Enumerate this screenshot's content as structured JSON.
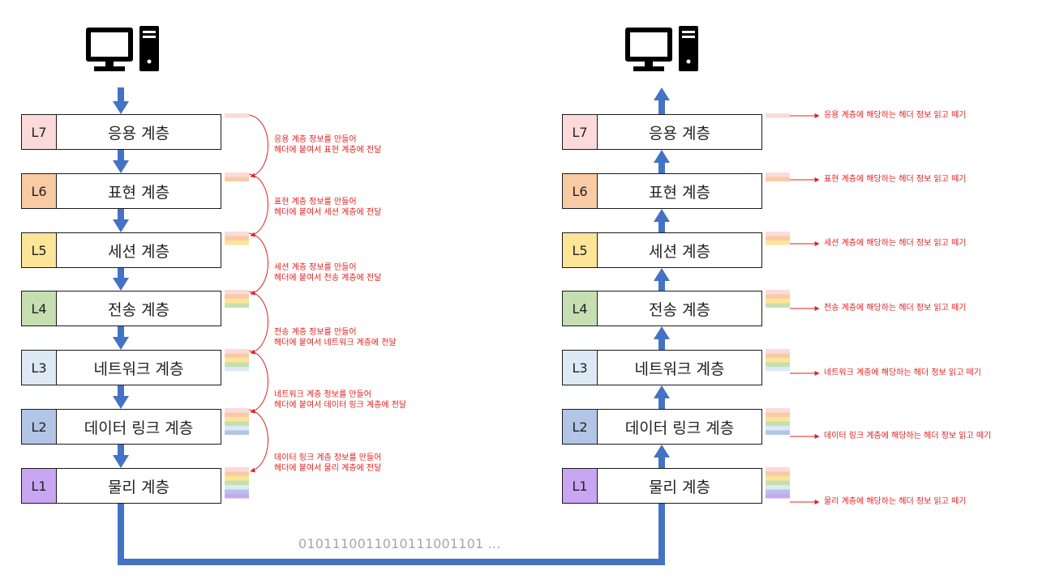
{
  "layers": [
    {
      "id": "L7",
      "name": "응용 계층",
      "color": "#fddada"
    },
    {
      "id": "L6",
      "name": "표현 계층",
      "color": "#f8cba5"
    },
    {
      "id": "L5",
      "name": "세션 계층",
      "color": "#fde598"
    },
    {
      "id": "L4",
      "name": "전송 계층",
      "color": "#c6dfb2"
    },
    {
      "id": "L3",
      "name": "네트워크 계층",
      "color": "#dde9f5"
    },
    {
      "id": "L2",
      "name": "데이터 링크 계층",
      "color": "#b3c5e6"
    },
    {
      "id": "L1",
      "name": "물리 계층",
      "color": "#c9a6f2"
    }
  ],
  "sender_notes": [
    {
      "line1": "응용 계층 정보를 만들어",
      "line2": "헤더에 붙여서 표현 계층에 전달"
    },
    {
      "line1": "표현 계층 정보를 만들어",
      "line2": "헤더에 붙여서 세션 계층에 전달"
    },
    {
      "line1": "세션 계층 정보를 만들어",
      "line2": "헤더에 붙여서 전송 계층에 전달"
    },
    {
      "line1": "전송 계층 정보를 만들어",
      "line2": "헤더에 붙여서 네트워크 계층에 전달"
    },
    {
      "line1": "네트워크 계층 정보를 만들어",
      "line2": "헤더에 붙여서 데이터 링크 계층에 전달"
    },
    {
      "line1": "데이터 링크 계층 정보를 만들어",
      "line2": "헤더에 붙여서 물리 계층에 전달"
    }
  ],
  "receiver_notes": [
    "응용 계층에 해당하는 헤더 정보 읽고 떼기",
    "표현 계층에 해당하는 헤더 정보 읽고 떼기",
    "세션 계층에 해당하는 헤더 정보 읽고 떼기",
    "전송 계층에 해당하는 헤더 정보 읽고 떼기",
    "네트워크 계층에 해당하는 헤더 정보 읽고 떼기",
    "데이터 링크 계층에 해당하는 헤더 정보 읽고 떼기",
    "물리 계층에 해당하는 헤더 정보 읽고 떼기"
  ],
  "bitstream": "010111001101011100110​1   ...",
  "icons": {
    "sender": "computer-icon",
    "receiver": "computer-icon"
  },
  "colors": {
    "flow": "#4472c4",
    "annotation": "#e02020",
    "bits": "#a6a6a6"
  }
}
